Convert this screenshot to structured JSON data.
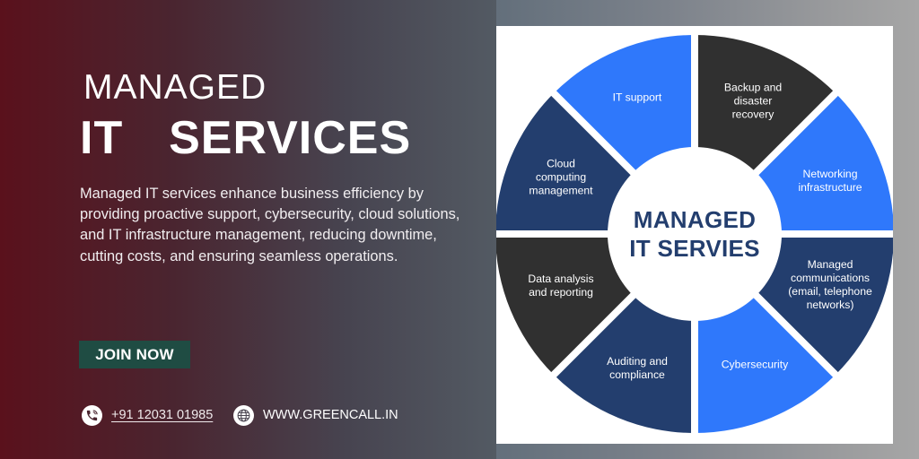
{
  "hero": {
    "title_line1": "MANAGED",
    "title_line2": "IT  SERVICES",
    "description": "Managed IT services enhance business efficiency by providing proactive support, cybersecurity, cloud solutions, and IT infrastructure management, reducing downtime, cutting costs, and ensuring seamless operations.",
    "cta_label": "JOIN NOW"
  },
  "contact": {
    "phone": "+91 12031 01985",
    "phone_icon": "phone-icon",
    "website": "WWW.GREENCALL.IN",
    "website_icon": "globe-icon"
  },
  "diagram": {
    "center_line1": "MANAGED",
    "center_line2": "IT SERVIES",
    "segments": [
      {
        "label": "IT support",
        "color": "#2f78fb"
      },
      {
        "label": "Backup and\ndisaster\nrecovery",
        "color": "#303030"
      },
      {
        "label": "Networking\ninfrastructure",
        "color": "#2f78fb"
      },
      {
        "label": "Managed\ncommunications\n(email, telephone\nnetworks)",
        "color": "#233e6e"
      },
      {
        "label": "Cybersecurity",
        "color": "#2f78fb"
      },
      {
        "label": "Auditing and\ncompliance",
        "color": "#233e6e"
      },
      {
        "label": "Data analysis\nand reporting",
        "color": "#303030"
      },
      {
        "label": "Cloud\ncomputing\nmanagement",
        "color": "#233e6e"
      }
    ]
  },
  "colors": {
    "accent_blue": "#2f78fb",
    "navy": "#233e6e",
    "charcoal": "#303030",
    "cta_green": "#1f4c43",
    "brand_maroon": "#5a111c"
  }
}
